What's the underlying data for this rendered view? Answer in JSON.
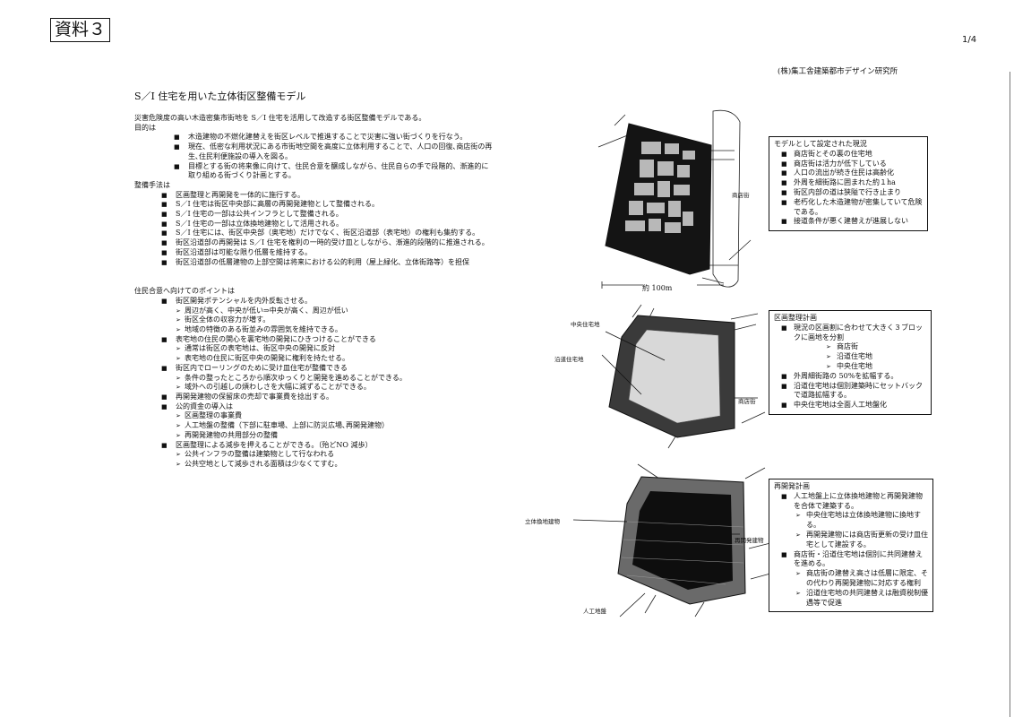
{
  "header": {
    "doc_label": "資料３",
    "page_number": "1/4",
    "organization": "(株)集工舎建築都市デザイン研究所"
  },
  "title": "S／I 住宅を用いた立体街区整備モデル",
  "intro": "災害危険度の高い木造密集市街地を S／I 住宅を活用して改造する街区整備モデルである。",
  "purpose": {
    "heading": "目的は",
    "items": [
      "木造建物の不燃化建替えを街区レベルで推進することで災害に強い街づくりを行なう。",
      "現在、低密な利用状況にある市街地空間を高度に立体利用することで、人口の回復､商店街の再生､住民利便施設の導入を図る。",
      "目標とする街の将来像に向けて、住民合意を醸成しながら、住民自らの手で段階的、漸進的に取り組める街づくり計画とする。"
    ]
  },
  "method": {
    "heading": "整備手法は",
    "items": [
      "区画整理と再開発を一体的に施行する。",
      "S／I 住宅は街区中央部に高層の再開発建物として整備される。",
      "S／I 住宅の一部は公共インフラとして整備される。",
      "S／I 住宅の一部は立体換地建物として活用される。",
      "S／I 住宅には、街区中央部（奥宅地）だけでなく、街区沿道部（表宅地）の権利も集約する。",
      "街区沿道部の再開発は S／I 住宅を権利の一時的受け皿としながら、漸進的段階的に推進される。",
      "街区沿道部は可能な限り低層を維持する。",
      "街区沿道部の低層建物の上部空間は将来における公的利用（屋上緑化、立体街路等）を担保"
    ]
  },
  "consensus": {
    "heading": "住民合意へ向けてのポイントは",
    "items": [
      {
        "text": "街区開発ポテンシャルを内外反転させる。",
        "sub": [
          "周辺が高く、中央が低い⇒中央が高く、周辺が低い",
          "街区全体の収容力が増す。",
          "地域の特徴のある街並みの雰囲気を維持できる。"
        ]
      },
      {
        "text": "表宅地の住民の関心を裏宅地の開発にひきつけることができる",
        "sub": [
          "通常は街区の表宅地は、街区中央の開発に反対",
          "表宅地の住民に街区中央の開発に権利を持たせる。"
        ]
      },
      {
        "text": "街区内でローリングのために受け皿住宅が整備できる",
        "sub": [
          "条件の整ったところから順次ゆっくりと開発を進めることができる。",
          "域外への引越しの煩わしさを大幅に減ずることができる。"
        ]
      },
      {
        "text": "再開発建物の保留床の売却で事業費を捻出する。",
        "sub": []
      },
      {
        "text": "公的資金の導入は",
        "sub": [
          "区画整理の事業費",
          "人工地盤の整備（下部に駐車場、上部に防災広場､再開発建物）",
          "再開発建物の共用部分の整備"
        ]
      },
      {
        "text": "区画整理による減歩を押えることができる。（殆どNO 減歩）",
        "sub": [
          "公共インフラの整備は建築物として行なわれる",
          "公共空地として減歩される面積は少なくてすむ。"
        ]
      }
    ]
  },
  "boxes": {
    "model": {
      "title": "モデルとして設定された現況",
      "items": [
        "商店街とその裏の住宅地",
        "商店街は活力が低下している",
        "人口の流出が続き住民は高齢化",
        "外周を細街路に囲まれた約１ha",
        "街区内部の道は狭隘で行き止まり",
        "老朽化した木造建物が密集していて危険である。",
        "接道条件が悪く建替えが進展しない"
      ]
    },
    "land_readjustment": {
      "title": "区画整理計画",
      "items": [
        {
          "text": "現況の区画割に合わせて大きく３ブロックに画地を分割",
          "sub": [
            "商店街",
            "沿道住宅地",
            "中央住宅地"
          ]
        },
        {
          "text": "外周細街路の 50%を拡幅する。",
          "sub": []
        },
        {
          "text": "沿道住宅地は個別建築時にセットバックで道路拡幅する。",
          "sub": []
        },
        {
          "text": "中央住宅地は全面人工地盤化",
          "sub": []
        }
      ]
    },
    "redevelopment": {
      "title": "再開発計画",
      "items": [
        {
          "text": "人工地盤上に立体換地建物と再開発建物を合体で建築する。",
          "sub": [
            "中央住宅地は立体換地建物に換地する。",
            "再開発建物には商店街更新の受け皿住宅として建設する。"
          ]
        },
        {
          "text": "商店街・沿道住宅地は個別に共同建替えを進める。",
          "sub": [
            "商店街の建替え高さは低層に限定、その代わり再開発建物に対応する権利",
            "沿道住宅地の共同建替えは融資税制優遇等で促進"
          ]
        }
      ]
    }
  },
  "diagram_labels": {
    "shopping_street_1": "商店街",
    "scale": "約 100m",
    "central_residential": "中央住宅地",
    "roadside_residential": "沿道住宅地",
    "shopping_street_2": "商店街",
    "replotting_building": "立体換地建物",
    "redevelopment_building": "再開発建物",
    "artificial_ground": "人工地盤"
  }
}
